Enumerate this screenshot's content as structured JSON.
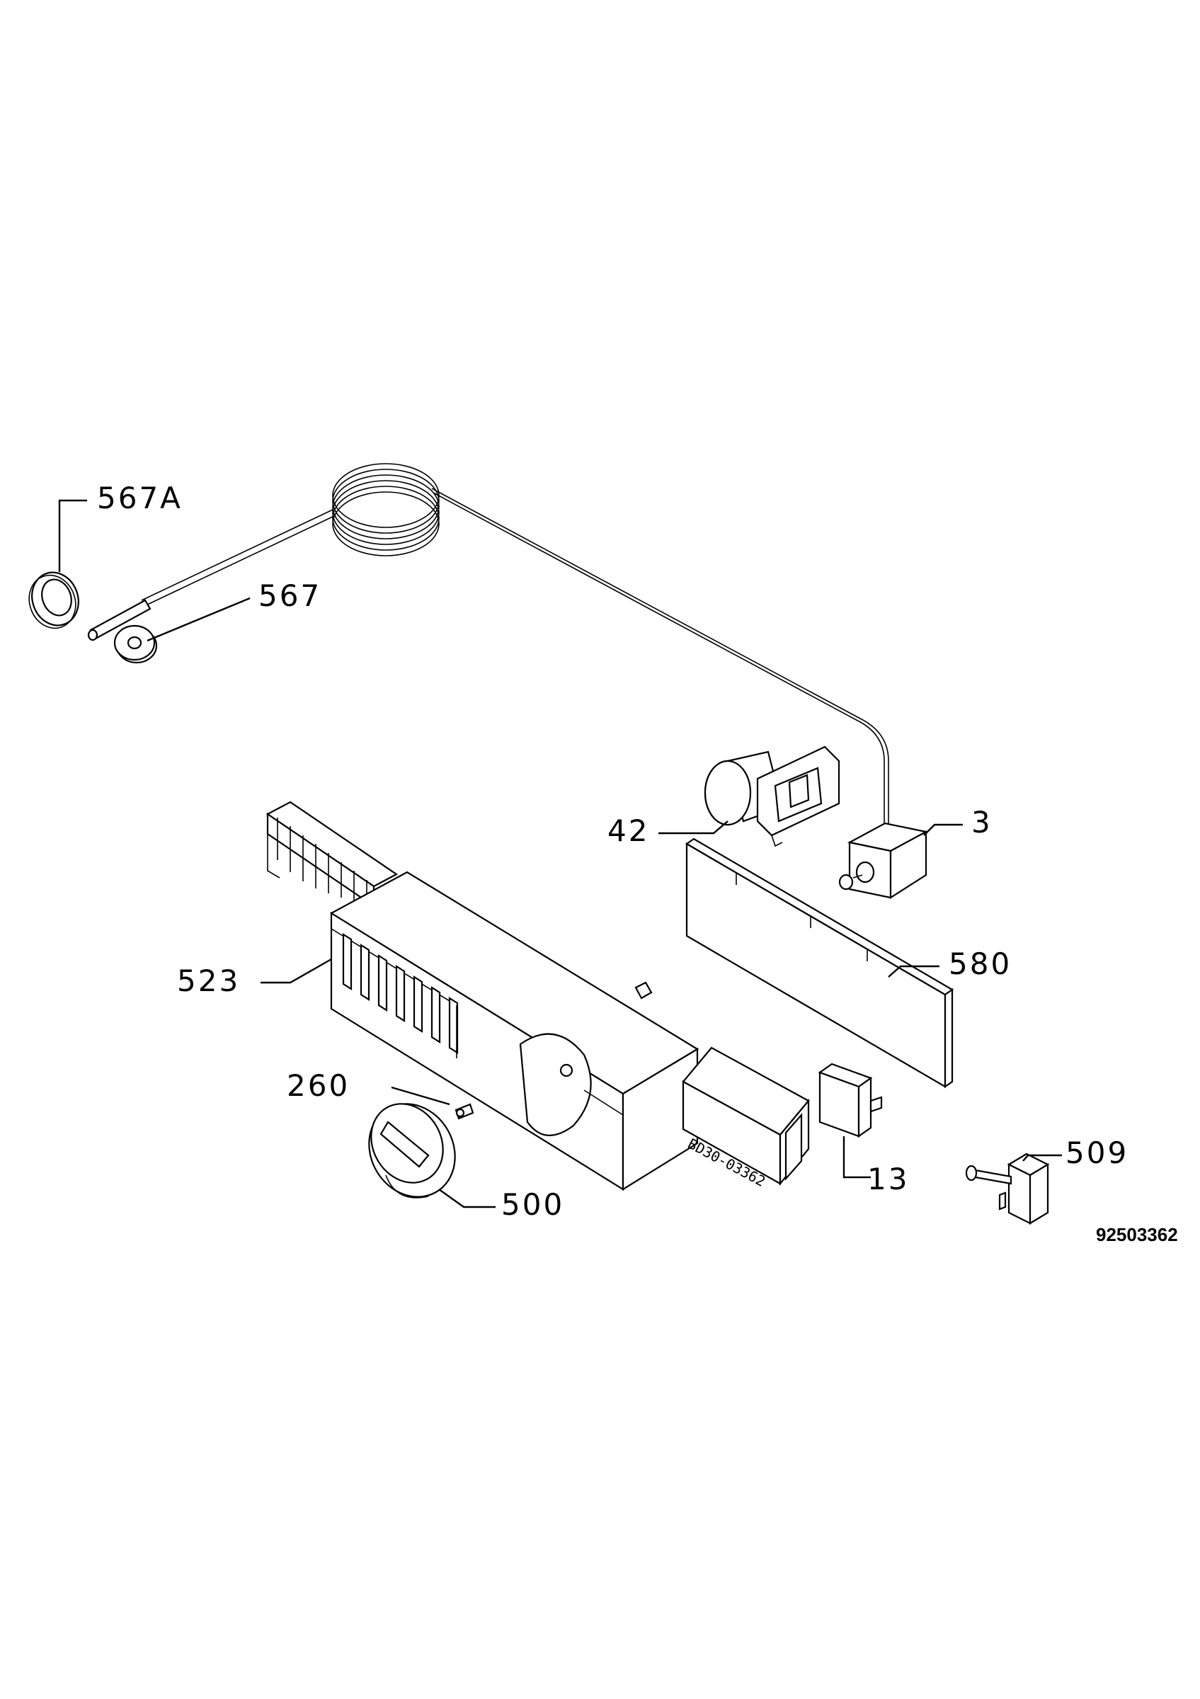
{
  "document_id": "92503362",
  "stamp_text": "BD30-03362",
  "callouts": [
    {
      "id": "567A",
      "label": "567A"
    },
    {
      "id": "567",
      "label": "567"
    },
    {
      "id": "42",
      "label": "42"
    },
    {
      "id": "3",
      "label": "3"
    },
    {
      "id": "523",
      "label": "523"
    },
    {
      "id": "580",
      "label": "580"
    },
    {
      "id": "260",
      "label": "260"
    },
    {
      "id": "500",
      "label": "500"
    },
    {
      "id": "13",
      "label": "13"
    },
    {
      "id": "509",
      "label": "509"
    }
  ]
}
